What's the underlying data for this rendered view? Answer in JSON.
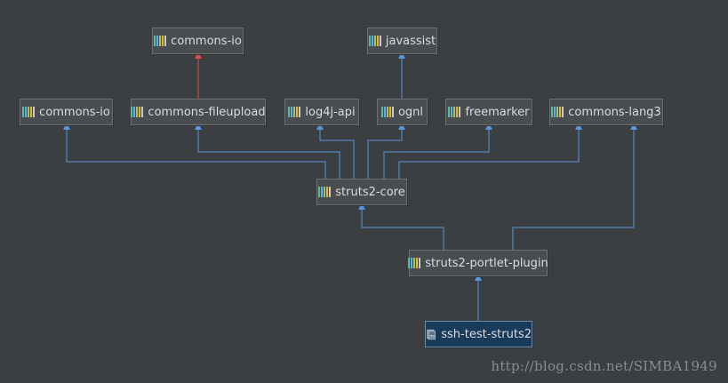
{
  "diagram": {
    "nodes": {
      "commons_io_top": {
        "label": "commons-io",
        "icon": "library-icon",
        "type": "library"
      },
      "javassist": {
        "label": "javassist",
        "icon": "library-icon",
        "type": "library"
      },
      "commons_io": {
        "label": "commons-io",
        "icon": "library-icon",
        "type": "library"
      },
      "commons_fileupload": {
        "label": "commons-fileupload",
        "icon": "library-icon",
        "type": "library"
      },
      "log4j_api": {
        "label": "log4j-api",
        "icon": "library-icon",
        "type": "library"
      },
      "ognl": {
        "label": "ognl",
        "icon": "library-icon",
        "type": "library"
      },
      "freemarker": {
        "label": "freemarker",
        "icon": "library-icon",
        "type": "library"
      },
      "commons_lang3": {
        "label": "commons-lang3",
        "icon": "library-icon",
        "type": "library"
      },
      "struts2_core": {
        "label": "struts2-core",
        "icon": "library-icon",
        "type": "library"
      },
      "struts2_portlet_plugin": {
        "label": "struts2-portlet-plugin",
        "icon": "library-icon",
        "type": "library"
      },
      "ssh_test_struts2": {
        "label": "ssh-test-struts2",
        "icon": "maven-module-icon",
        "type": "project"
      }
    },
    "edges": [
      {
        "from": "commons_fileupload",
        "to": "commons_io_top",
        "color": "#e04b4b",
        "conflict": true
      },
      {
        "from": "ognl",
        "to": "javassist",
        "color": "#5b95e0"
      },
      {
        "from": "struts2_core",
        "to": "commons_io",
        "color": "#5b95e0"
      },
      {
        "from": "struts2_core",
        "to": "commons_fileupload",
        "color": "#5b95e0"
      },
      {
        "from": "struts2_core",
        "to": "log4j_api",
        "color": "#5b95e0"
      },
      {
        "from": "struts2_core",
        "to": "ognl",
        "color": "#5b95e0"
      },
      {
        "from": "struts2_core",
        "to": "freemarker",
        "color": "#5b95e0"
      },
      {
        "from": "struts2_core",
        "to": "commons_lang3",
        "color": "#5b95e0"
      },
      {
        "from": "struts2_portlet_plugin",
        "to": "struts2_core",
        "color": "#5b95e0"
      },
      {
        "from": "struts2_portlet_plugin",
        "to": "commons_lang3",
        "color": "#5b95e0"
      },
      {
        "from": "ssh_test_struts2",
        "to": "struts2_portlet_plugin",
        "color": "#5b95e0"
      }
    ],
    "colors": {
      "background": "#3c3f41",
      "edge": "#5b95e0",
      "conflict_edge": "#e04b4b",
      "node_fill": "#4a4d50",
      "project_fill": "#193b5a",
      "text": "#dcdcdc",
      "library_icon_bars": [
        "#4fc3a1",
        "#6aa9e9",
        "#a8c64e",
        "#e3b341",
        "#c9c9c9"
      ]
    }
  },
  "watermark": {
    "text": "http://blog.csdn.net/SIMBA1949"
  }
}
